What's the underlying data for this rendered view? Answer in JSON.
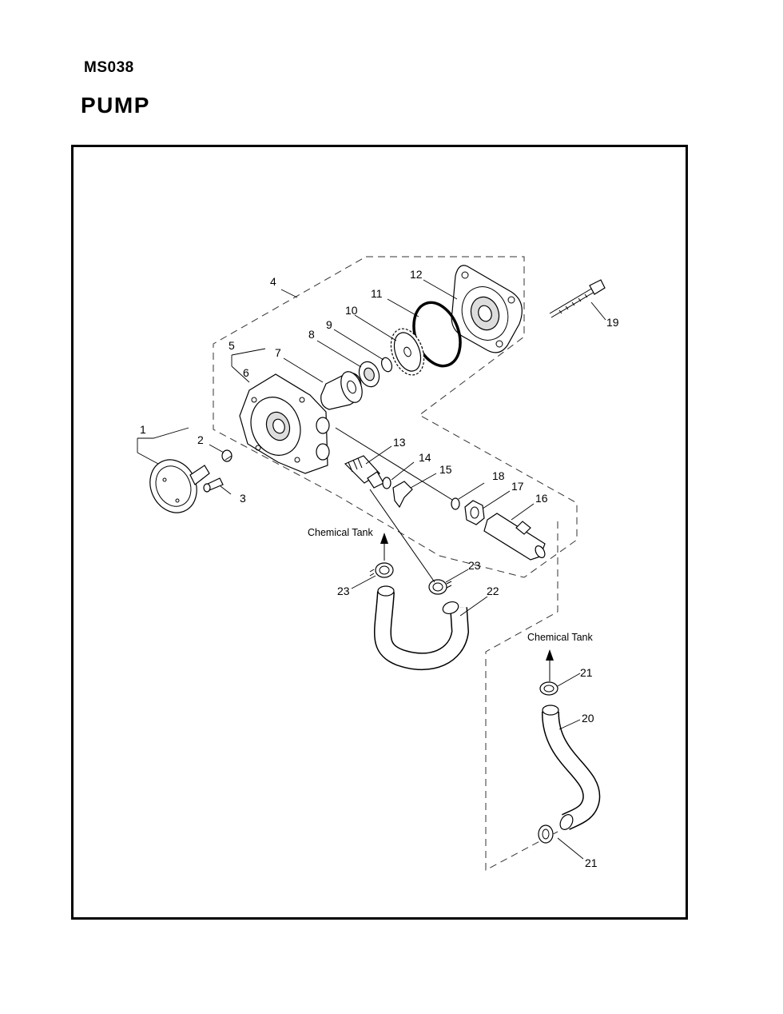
{
  "header": {
    "model_code": "MS038",
    "section_title": "PUMP"
  },
  "labels": {
    "chemical_tank_upper": "Chemical Tank",
    "chemical_tank_lower": "Chemical Tank"
  },
  "callouts": {
    "p1": "1",
    "p2": "2",
    "p3": "3",
    "p4": "4",
    "p5": "5",
    "p6": "6",
    "p7": "7",
    "p8": "8",
    "p9": "9",
    "p10": "10",
    "p11": "11",
    "p12": "12",
    "p13": "13",
    "p14": "14",
    "p15": "15",
    "p16": "16",
    "p17": "17",
    "p18": "18",
    "p19": "19",
    "p20": "20",
    "p21a": "21",
    "p21b": "21",
    "p22": "22",
    "p23a": "23",
    "p23b": "23"
  }
}
